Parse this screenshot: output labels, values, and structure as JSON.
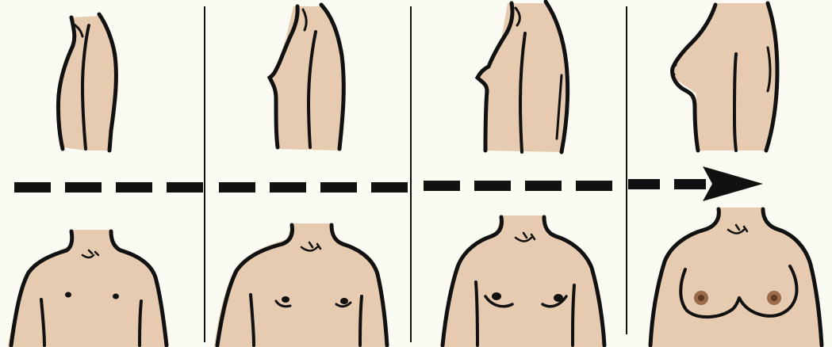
{
  "colors": {
    "background": "#fbfbf3",
    "skin": "#e6cbb0",
    "outline": "#111111",
    "areola": "#9a6a4a"
  },
  "figure": {
    "stages": [
      {
        "view_side": "side-profile-stage",
        "view_front": "front-view-stage"
      },
      {
        "view_side": "side-profile-stage",
        "view_front": "front-view-stage"
      },
      {
        "view_side": "side-profile-stage",
        "view_front": "front-view-stage"
      },
      {
        "view_side": "side-profile-stage",
        "view_front": "front-view-stage"
      }
    ],
    "arrow": {
      "style": "dashed",
      "direction": "right"
    }
  }
}
